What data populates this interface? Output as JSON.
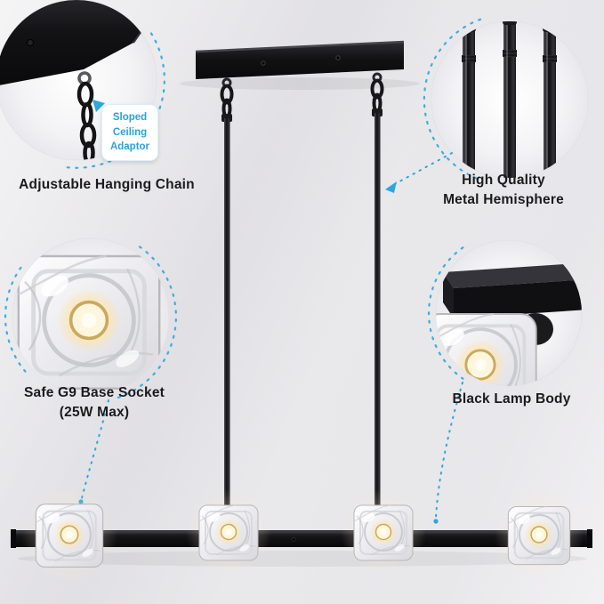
{
  "colors": {
    "accent": "#2da6de",
    "text": "#1b1b1d",
    "lamp_black": "#121214",
    "background": "#eceaee",
    "bulb_glow": "#ffe9b4"
  },
  "callouts": {
    "sloped_ceiling_adaptor": {
      "label": "Sloped Ceiling Adaptor"
    },
    "adjustable_hanging_chain": {
      "label": "Adjustable Hanging Chain"
    },
    "metal_hemisphere": {
      "line1": "High Quality",
      "line2": "Metal Hemisphere"
    },
    "g9_socket": {
      "line1": "Safe G9 Base Socket",
      "line2": "(25W Max)"
    },
    "black_lamp_body": {
      "label": "Black Lamp Body"
    }
  },
  "icons": {
    "callout_circle": "magnified-detail-circle",
    "dotted_connector": "dotted-pointer-line",
    "arrow": "blue-arrow"
  }
}
